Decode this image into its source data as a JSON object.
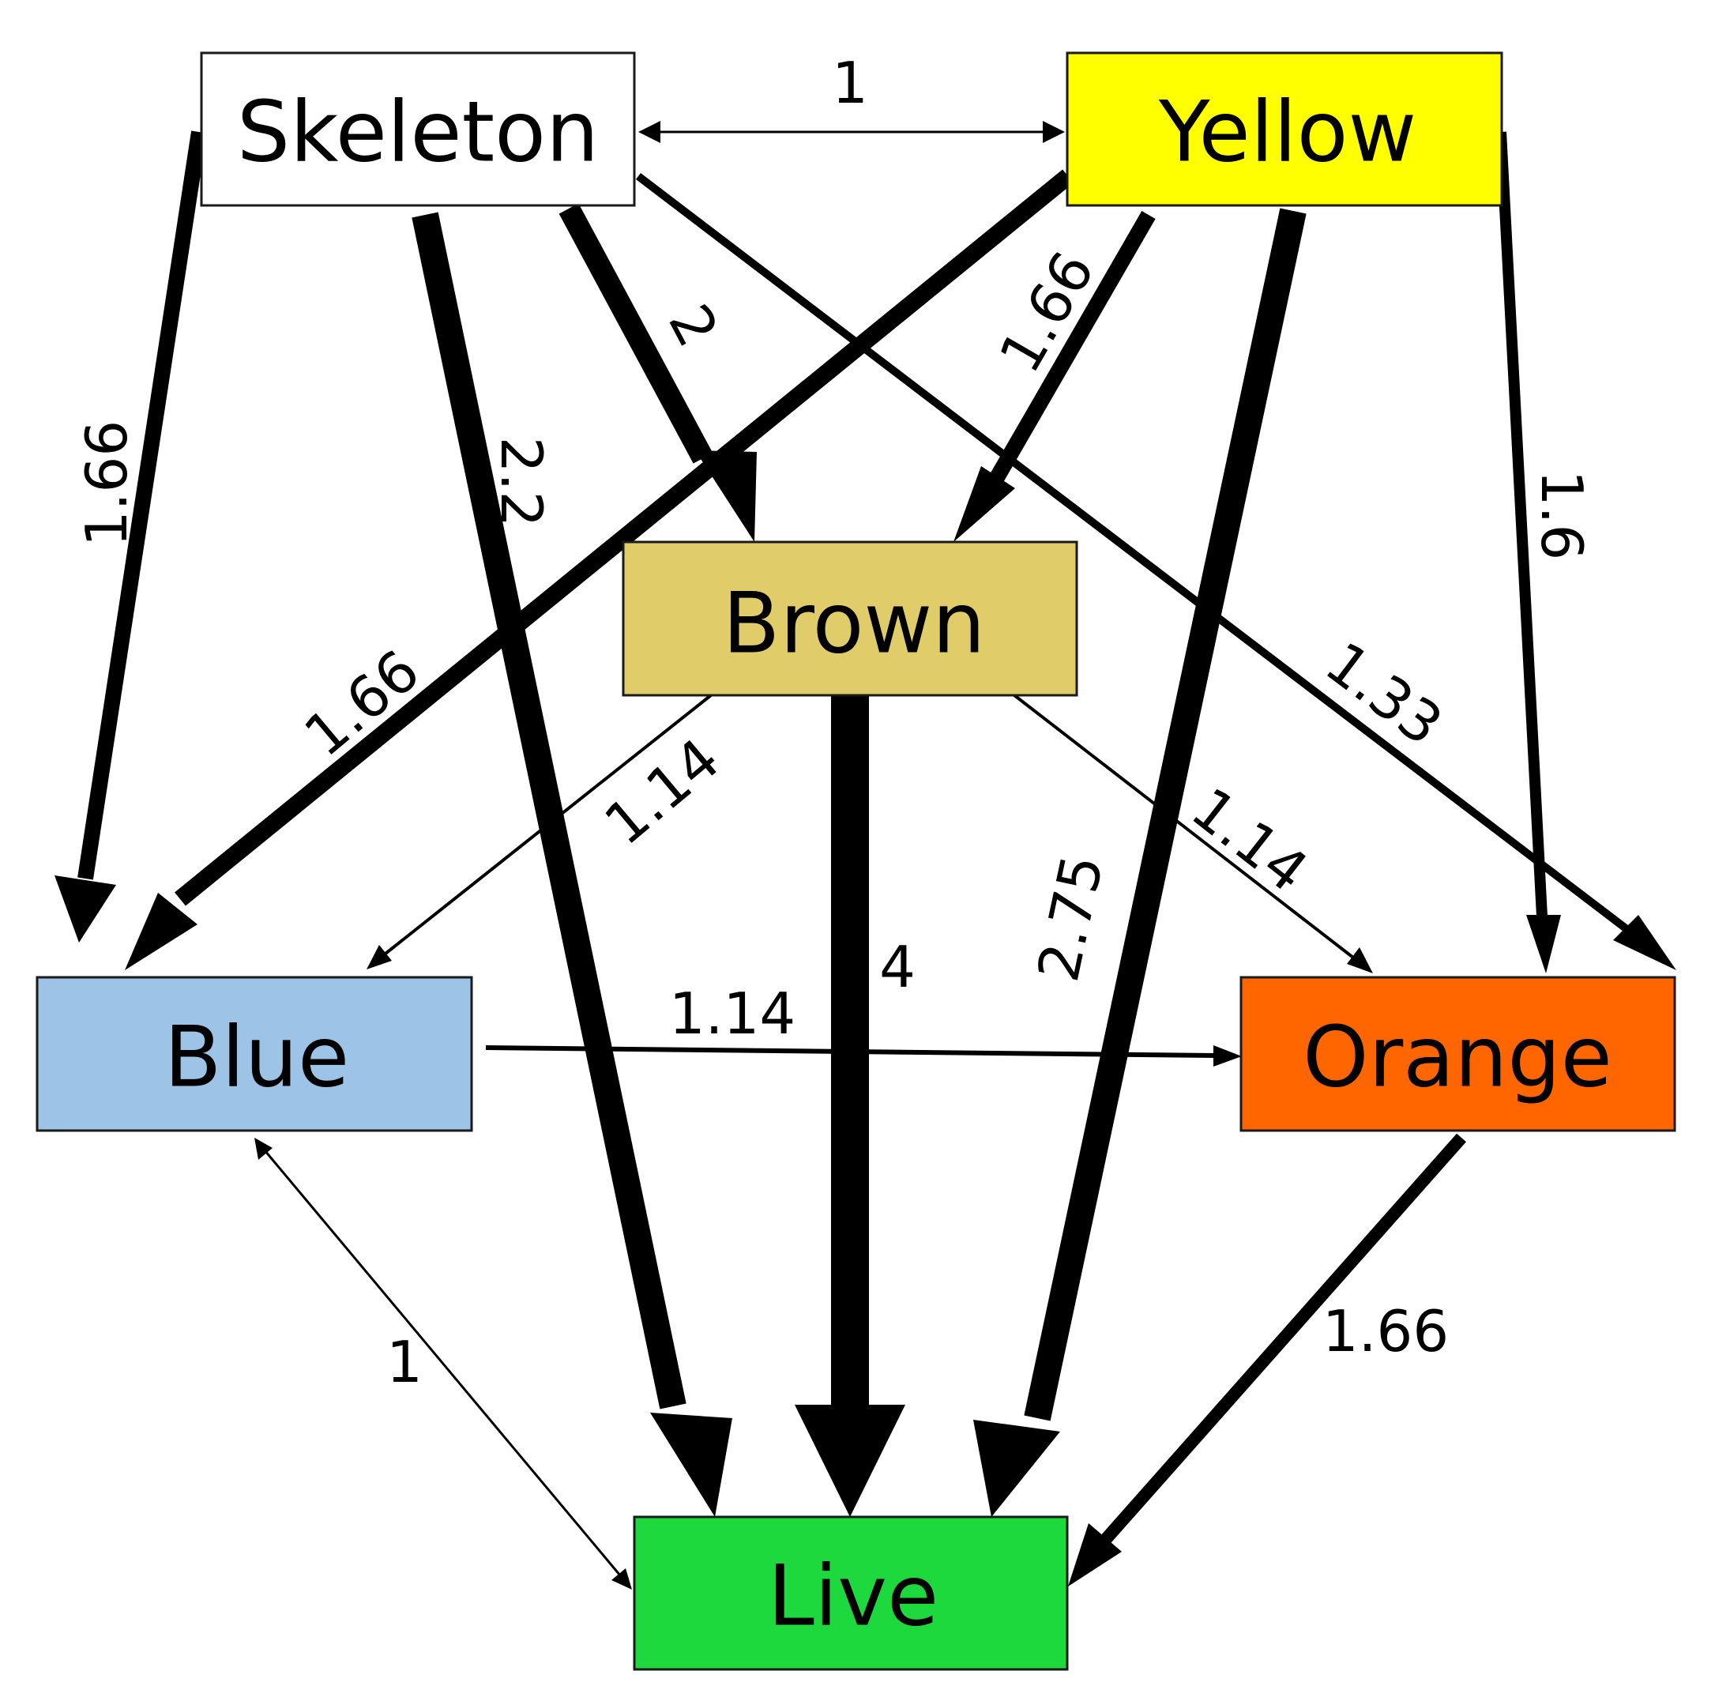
{
  "nodes": {
    "skeleton": {
      "label": "Skeleton",
      "color": "#ffffff"
    },
    "yellow": {
      "label": "Yellow",
      "color": "#ffff00"
    },
    "brown": {
      "label": "Brown",
      "color": "#e0cd6a"
    },
    "blue": {
      "label": "Blue",
      "color": "#9dc3e6"
    },
    "orange": {
      "label": "Orange",
      "color": "#ff6600"
    },
    "live": {
      "label": "Live",
      "color": "#1ed93d"
    }
  },
  "edges": [
    {
      "id": "skeleton-yellow",
      "from": "Skeleton",
      "to": "Yellow",
      "weight": "1",
      "direction": "bidirectional"
    },
    {
      "id": "skeleton-blue",
      "from": "Skeleton",
      "to": "Blue",
      "weight": "1.66"
    },
    {
      "id": "skeleton-live",
      "from": "Skeleton",
      "to": "Live",
      "weight": "2.2"
    },
    {
      "id": "skeleton-brown",
      "from": "Skeleton",
      "to": "Brown",
      "weight": "2"
    },
    {
      "id": "skeleton-orange",
      "from": "Skeleton",
      "to": "Orange",
      "weight": "1.33"
    },
    {
      "id": "yellow-blue",
      "from": "Yellow",
      "to": "Blue",
      "weight": "1.66"
    },
    {
      "id": "yellow-brown",
      "from": "Yellow",
      "to": "Brown",
      "weight": "1.66"
    },
    {
      "id": "yellow-live",
      "from": "Yellow",
      "to": "Live",
      "weight": "2.75"
    },
    {
      "id": "yellow-orange",
      "from": "Yellow",
      "to": "Orange",
      "weight": "1.6"
    },
    {
      "id": "brown-blue",
      "from": "Brown",
      "to": "Blue",
      "weight": "1.14"
    },
    {
      "id": "brown-live",
      "from": "Brown",
      "to": "Live",
      "weight": "4"
    },
    {
      "id": "brown-orange",
      "from": "Brown",
      "to": "Orange",
      "weight": "1.14"
    },
    {
      "id": "blue-orange",
      "from": "Blue",
      "to": "Orange",
      "weight": "1.14"
    },
    {
      "id": "blue-live",
      "from": "Blue",
      "to": "Live",
      "weight": "1",
      "direction": "bidirectional"
    },
    {
      "id": "orange-live",
      "from": "Orange",
      "to": "Live",
      "weight": "1.66"
    }
  ]
}
